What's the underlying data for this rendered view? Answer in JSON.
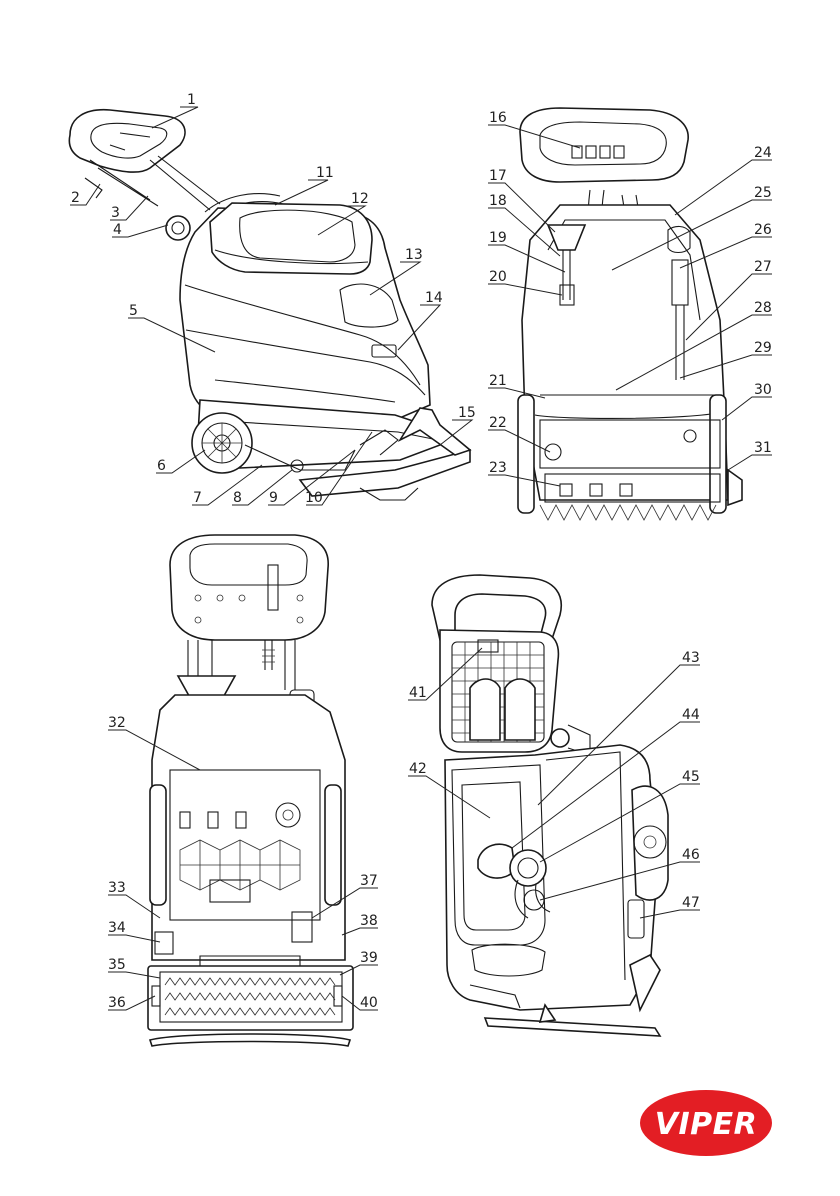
{
  "callouts": [
    "1",
    "2",
    "3",
    "4",
    "5",
    "6",
    "7",
    "8",
    "9",
    "10",
    "11",
    "12",
    "13",
    "14",
    "15",
    "16",
    "17",
    "18",
    "19",
    "20",
    "21",
    "22",
    "23",
    "24",
    "25",
    "26",
    "27",
    "28",
    "29",
    "30",
    "31",
    "32",
    "33",
    "34",
    "35",
    "36",
    "37",
    "38",
    "39",
    "40",
    "41",
    "42",
    "43",
    "44",
    "45",
    "46",
    "47"
  ],
  "logo": {
    "text": "VIPER",
    "color": "#e31e24"
  }
}
